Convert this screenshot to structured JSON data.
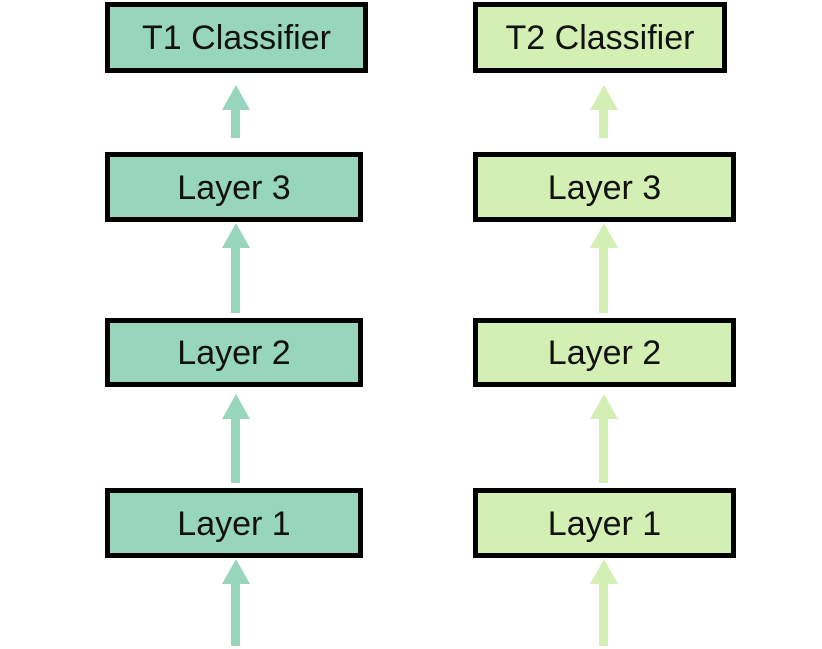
{
  "colors": {
    "left_fill": "#97D6BC",
    "left_arrow": "#97D6BC",
    "right_fill": "#D4EFB4",
    "right_arrow": "#D4EFB4",
    "border": "#000000"
  },
  "diagram": {
    "columns": [
      {
        "name": "t1-column",
        "nodes": [
          {
            "label": "T1 Classifier"
          },
          {
            "label": "Layer 3"
          },
          {
            "label": "Layer 2"
          },
          {
            "label": "Layer 1"
          }
        ]
      },
      {
        "name": "t2-column",
        "nodes": [
          {
            "label": "T2 Classifier"
          },
          {
            "label": "Layer 3"
          },
          {
            "label": "Layer 2"
          },
          {
            "label": "Layer 1"
          }
        ]
      }
    ]
  }
}
